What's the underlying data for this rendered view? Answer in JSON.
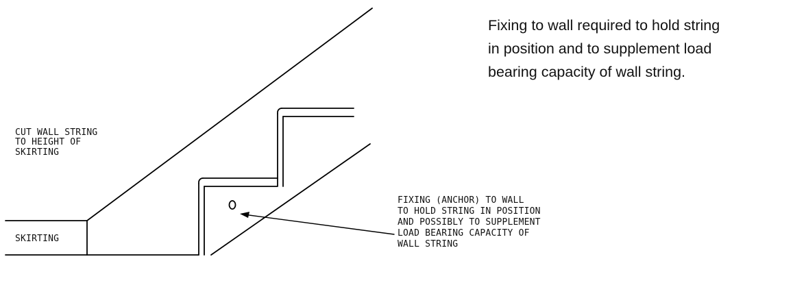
{
  "caption": {
    "lines": [
      "Fixing to wall required to hold string",
      "in position and to supplement load",
      "bearing capacity of wall string."
    ]
  },
  "labels": {
    "cut_wall_string": [
      "CUT WALL STRING",
      "TO HEIGHT OF",
      "SKIRTING"
    ],
    "skirting": "SKIRTING",
    "fixing": [
      "FIXING (ANCHOR) TO WALL",
      "TO HOLD STRING IN POSITION",
      "AND POSSIBLY TO SUPPLEMENT",
      "LOAD BEARING CAPACITY OF",
      "WALL STRING"
    ]
  }
}
